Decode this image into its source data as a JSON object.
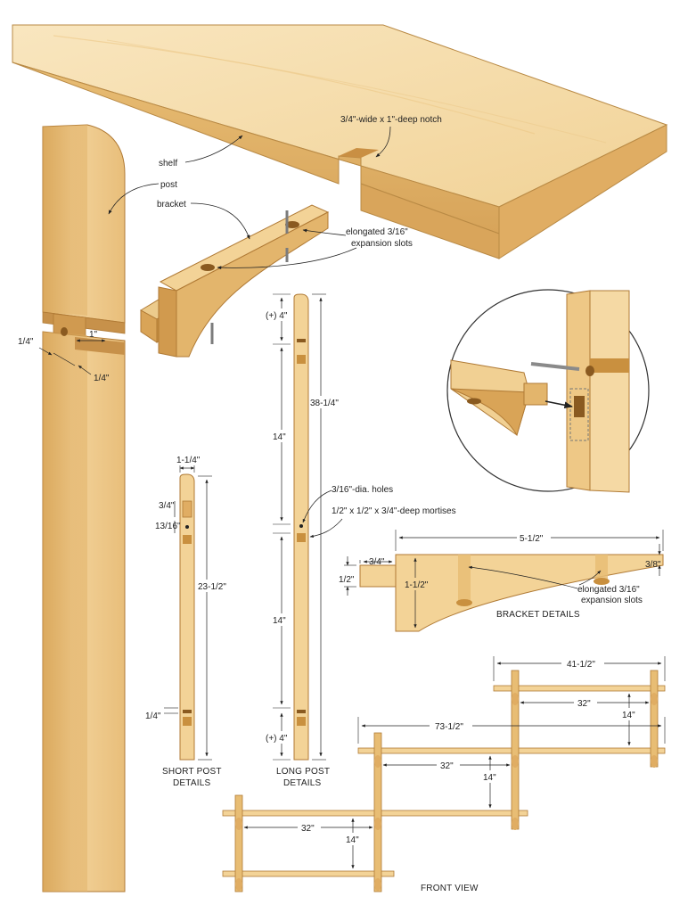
{
  "labels": {
    "shelf": "shelf",
    "post": "post",
    "bracket": "bracket",
    "notch": "3/4\"-wide x 1\"-deep notch",
    "slots_line1": "elongated 3/16\"",
    "slots_line2": "expansion slots",
    "holes": "3/16\"-dia. holes",
    "mortises": "1/2\" x 1/2\" x 3/4\"-deep mortises"
  },
  "post_joint": {
    "d1": "1/4\"",
    "d2": "1\"",
    "d3": "1/4\""
  },
  "short_post": {
    "title1": "SHORT POST",
    "title2": "DETAILS",
    "width": "1-1/4\"",
    "top": "3/4\"",
    "hole": "13/16\"",
    "height": "23-1/2\"",
    "bottom": "1/4\""
  },
  "long_post": {
    "title1": "LONG POST",
    "title2": "DETAILS",
    "top": "(+) 4\"",
    "upper": "14\"",
    "height": "38-1/4\"",
    "lower": "14\"",
    "bottom": "(+) 4\""
  },
  "bracket_details": {
    "title": "BRACKET DETAILS",
    "length": "5-1/2\"",
    "tenon_len": "3/4\"",
    "tenon_h": "1/2\"",
    "height": "1-1/2\"",
    "end": "3/8\"",
    "slots_line1": "elongated 3/16\"",
    "slots_line2": "expansion slots"
  },
  "front_view": {
    "title": "FRONT VIEW",
    "top_width": "41-1/2\"",
    "mid_width": "73-1/2\"",
    "span_top": "32\"",
    "span_mid": "32\"",
    "span_low": "32\"",
    "gap_top": "14\"",
    "gap_mid": "14\"",
    "gap_low": "14\""
  },
  "colors": {
    "wood_light": "#f6dcaa",
    "wood_mid": "#ebc47f",
    "wood_dark": "#c99447",
    "line": "#2b2b2b"
  }
}
